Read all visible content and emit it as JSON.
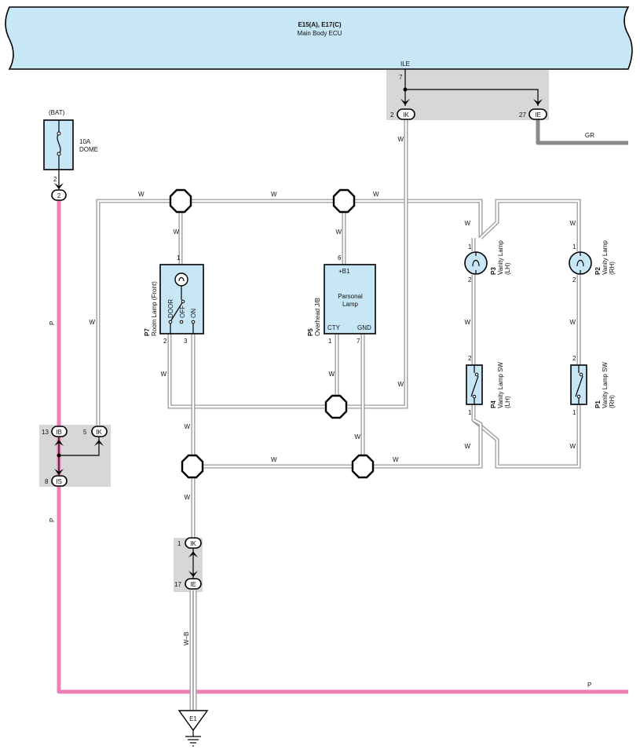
{
  "ecu": {
    "title": "E15(A), E17(C)",
    "subtitle": "Main Body ECU",
    "terminal": "ILE",
    "pin_top": "7",
    "pin_ik": "2",
    "pin_ie": "27",
    "conn_ik": "IK",
    "conn_ie": "IE"
  },
  "fuse": {
    "source": "(BAT)",
    "rating": "10A",
    "name": "DOME",
    "pin": "2",
    "conn_pin": "2"
  },
  "wire_labels": {
    "w": "W",
    "p": "P",
    "gr": "GR",
    "wb": "W–B"
  },
  "room_lamp": {
    "code": "P7",
    "name": "Room Lamp (Front)",
    "pin_top": "1",
    "pin_l": "2",
    "pin_r": "3",
    "sw_door": "DOOR",
    "sw_off": "OFF",
    "sw_on": "ON"
  },
  "overhead": {
    "code": "P5",
    "name": "Overhead J/B",
    "inner1": "Parsonal",
    "inner2": "Lamp",
    "pin_top": "6",
    "b1": "+B1",
    "cty": "CTY",
    "gnd": "GND",
    "pin_cty": "1",
    "pin_gnd": "7"
  },
  "vanity_lh": {
    "code": "P3",
    "name": "Vanity Lamp",
    "side": "(LH)",
    "pin1": "1",
    "pin2": "2"
  },
  "vanity_rh": {
    "code": "P2",
    "name": "Vanity Lamp",
    "side": "(RH)",
    "pin1": "1",
    "pin2": "2"
  },
  "vanity_sw_lh": {
    "code": "P4",
    "name": "Vanity Lamp SW",
    "side": "(LH)",
    "pin2": "2",
    "pin1": "1"
  },
  "vanity_sw_rh": {
    "code": "P1",
    "name": "Vanity Lamp SW",
    "side": "(RH)",
    "pin2": "2",
    "pin1": "1"
  },
  "jc_left": {
    "pin_ib": "13",
    "conn_ib": "IB",
    "pin_ik": "5",
    "conn_ik": "IK",
    "pin_is": "8",
    "conn_is": "IS"
  },
  "jc_bottom": {
    "pin_ik": "1",
    "conn_ik": "IK",
    "pin_ie": "17",
    "conn_ie": "IE"
  },
  "ground": {
    "label": "E1"
  },
  "colors": {
    "ecu_fill": "#c7e7f6",
    "wire_pink": "#ec7fb5",
    "wire_grey": "#8a8a8a",
    "jc_grey": "#d7d7d7"
  }
}
